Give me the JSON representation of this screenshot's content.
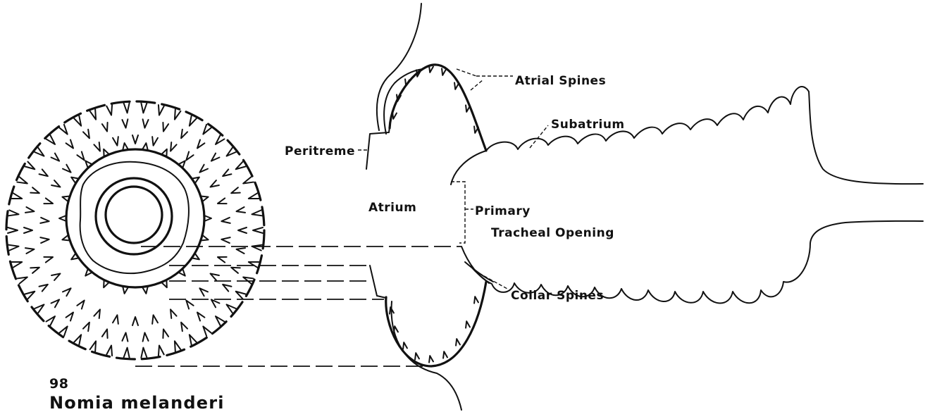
{
  "figure": {
    "number": "98",
    "species": "Nomia melanderi"
  },
  "labels": {
    "atrial_spines": "Atrial Spines",
    "subatrium": "Subatrium",
    "peritreme": "Peritreme",
    "atrium": "Atrium",
    "primary": "Primary",
    "tracheal_opening": "Tracheal Opening",
    "collar_spines": "Collar Spines"
  },
  "colors": {
    "ink": "#111111",
    "paper": "#ffffff"
  }
}
